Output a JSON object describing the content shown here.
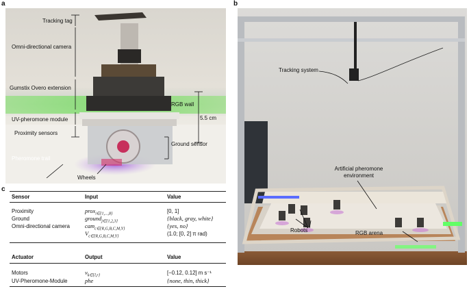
{
  "panels": {
    "a": {
      "label": "a",
      "callouts": {
        "tracking_tag": "Tracking tag",
        "camera": "Omni-directional camera",
        "gumstix": "Gumstix Overo extension",
        "rgb_wall": "RGB wall",
        "height": "5.5 cm",
        "uv_module": "UV-pheromone module",
        "proximity": "Proximity sensors",
        "ground_sensor": "Ground sensor",
        "pheromone_trail": "Pheromone trail",
        "wheels": "Wheels"
      }
    },
    "b": {
      "label": "b",
      "callouts": {
        "tracking_system": "Tracking system",
        "environment": "Artificial pheromone environment",
        "robots": "Robots",
        "rgb_arena": "RGB arena"
      }
    },
    "c": {
      "label": "c",
      "sensor_table": {
        "headers": [
          "Sensor",
          "Input",
          "Value"
        ],
        "rows": [
          {
            "name": "Proximity",
            "input": "prox",
            "input_sub": "i∈{1,...,8}",
            "value": "[0, 1]"
          },
          {
            "name": "Ground",
            "input": "ground",
            "input_sub": "j∈{1,2,3}",
            "value": "{black, gray, white}"
          },
          {
            "name": "Omni-directional camera",
            "input": "cam",
            "input_sub": "c∈{R,G,B,C,M,Y}",
            "value": "{yes, no}"
          },
          {
            "name": "",
            "input": "V",
            "input_sub": "c∈{R,G,B,C,M,Y}",
            "value": "(1.0; [0, 2] π rad)"
          }
        ]
      },
      "actuator_table": {
        "headers": [
          "Actuator",
          "Output",
          "Value"
        ],
        "rows": [
          {
            "name": "Motors",
            "input": "v",
            "input_sub": "k∈{l,r}",
            "value": "[−0.12, 0.12] m s⁻¹"
          },
          {
            "name": "UV-Pheromone-Module",
            "input": "phe",
            "input_sub": "",
            "value": "{none, thin, thick}"
          }
        ]
      }
    }
  }
}
